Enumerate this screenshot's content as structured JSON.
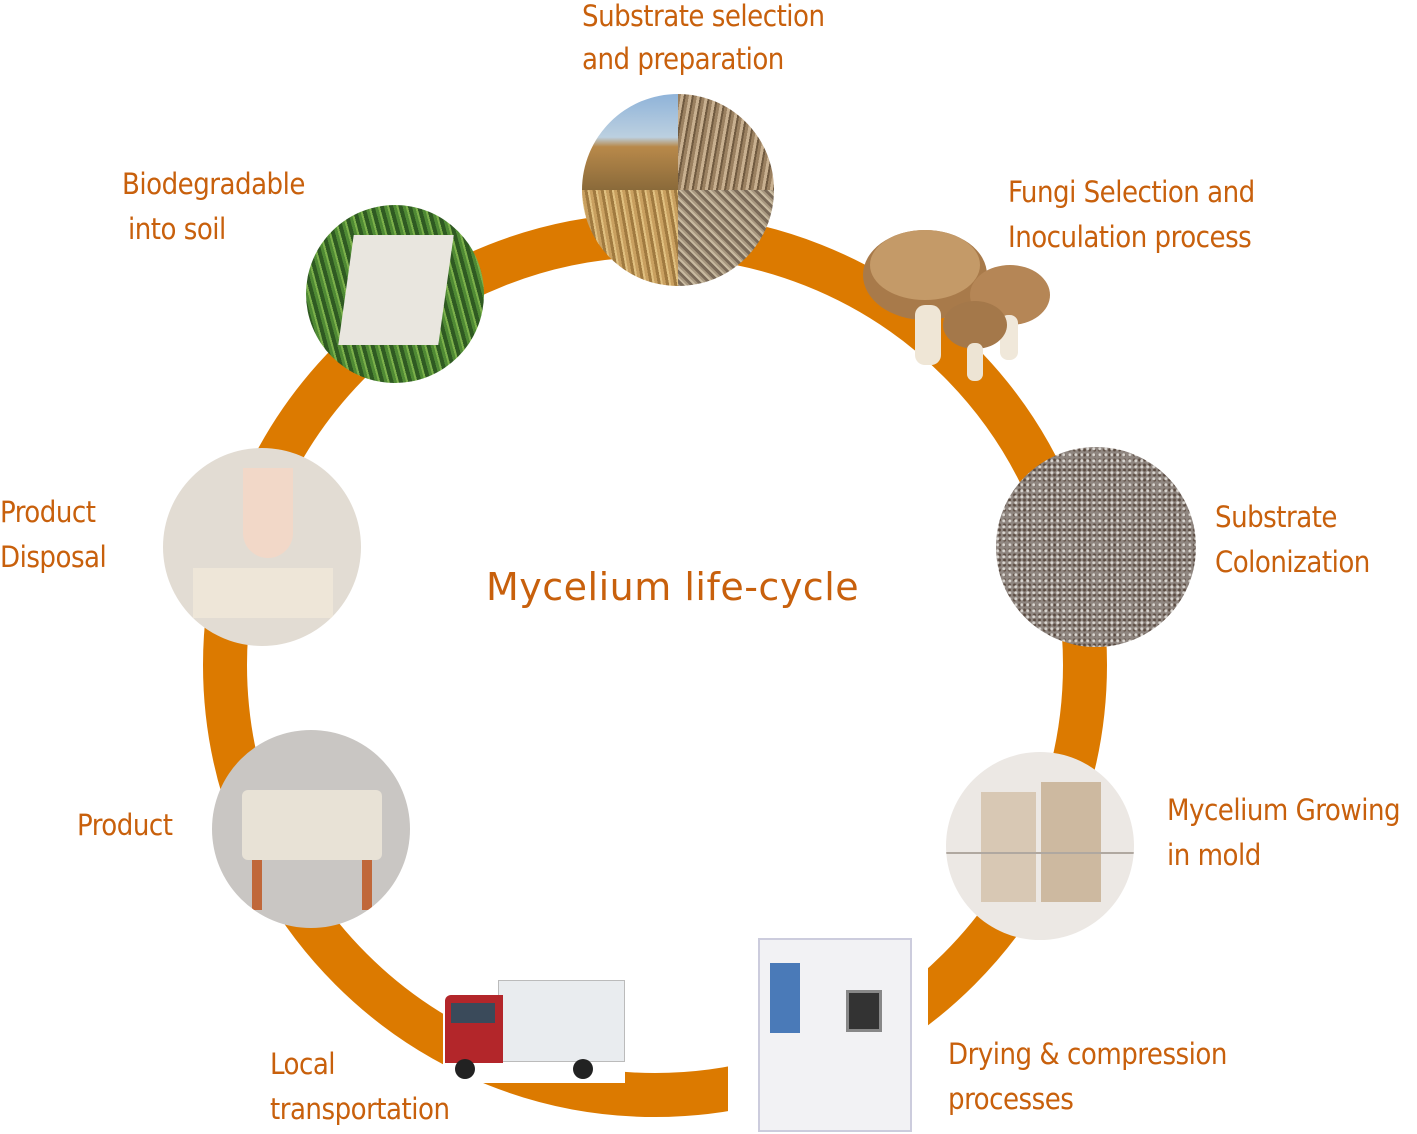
{
  "title": "Mycelium life-cycle",
  "accent_color": "#DC7A00",
  "stages": [
    {
      "id": "substrate-selection",
      "label_lines": [
        "Substrate selection",
        "and preparation"
      ],
      "image": "substrate-photos"
    },
    {
      "id": "fungi-selection",
      "label_lines": [
        "Fungi Selection and",
        "Inoculation process"
      ],
      "image": "mushrooms"
    },
    {
      "id": "substrate-colonization",
      "label_lines": [
        "Substrate",
        "Colonization"
      ],
      "image": "colonized-substrate"
    },
    {
      "id": "mycelium-growing",
      "label_lines": [
        "Mycelium Growing",
        "in mold"
      ],
      "image": "mycelium-mold"
    },
    {
      "id": "drying-compression",
      "label_lines": [
        "Drying & compression",
        "processes"
      ],
      "image": "drying-oven"
    },
    {
      "id": "local-transportation",
      "label_lines": [
        "Local",
        "transportation"
      ],
      "image": "truck"
    },
    {
      "id": "product",
      "label_lines": [
        "Product"
      ],
      "image": "mycelium-stool"
    },
    {
      "id": "product-disposal",
      "label_lines": [
        "Product",
        "Disposal"
      ],
      "image": "broken-product"
    },
    {
      "id": "biodegradable",
      "label_lines": [
        "Biodegradable",
        "into soil"
      ],
      "image": "block-in-grass"
    }
  ]
}
